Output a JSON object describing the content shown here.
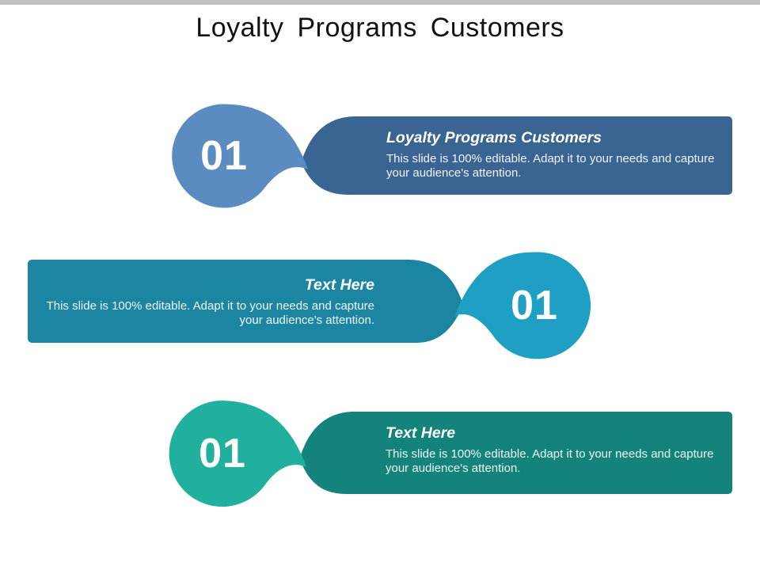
{
  "slide": {
    "title": "Loyalty Programs Customers",
    "top_bar_color": "#c1c1c1",
    "items": [
      {
        "number": "01",
        "heading": "Loyalty Programs Customers",
        "body": "This slide is 100% editable. Adapt it to your needs and capture\nyour audience's attention.",
        "circle_color": "#5b8cc1",
        "banner_color": "#3a6492",
        "layout": "circle-left"
      },
      {
        "number": "01",
        "heading": "Text Here",
        "body": "This slide is 100% editable. Adapt it to your needs and capture\nyour audience's attention.",
        "circle_color": "#1f9fc4",
        "banner_color": "#1c86a2",
        "layout": "circle-right"
      },
      {
        "number": "01",
        "heading": "Text Here",
        "body": "This slide is 100% editable. Adapt it to your needs and capture\nyour audience's attention.",
        "circle_color": "#21b09d",
        "banner_color": "#14837b",
        "layout": "circle-left"
      }
    ]
  }
}
